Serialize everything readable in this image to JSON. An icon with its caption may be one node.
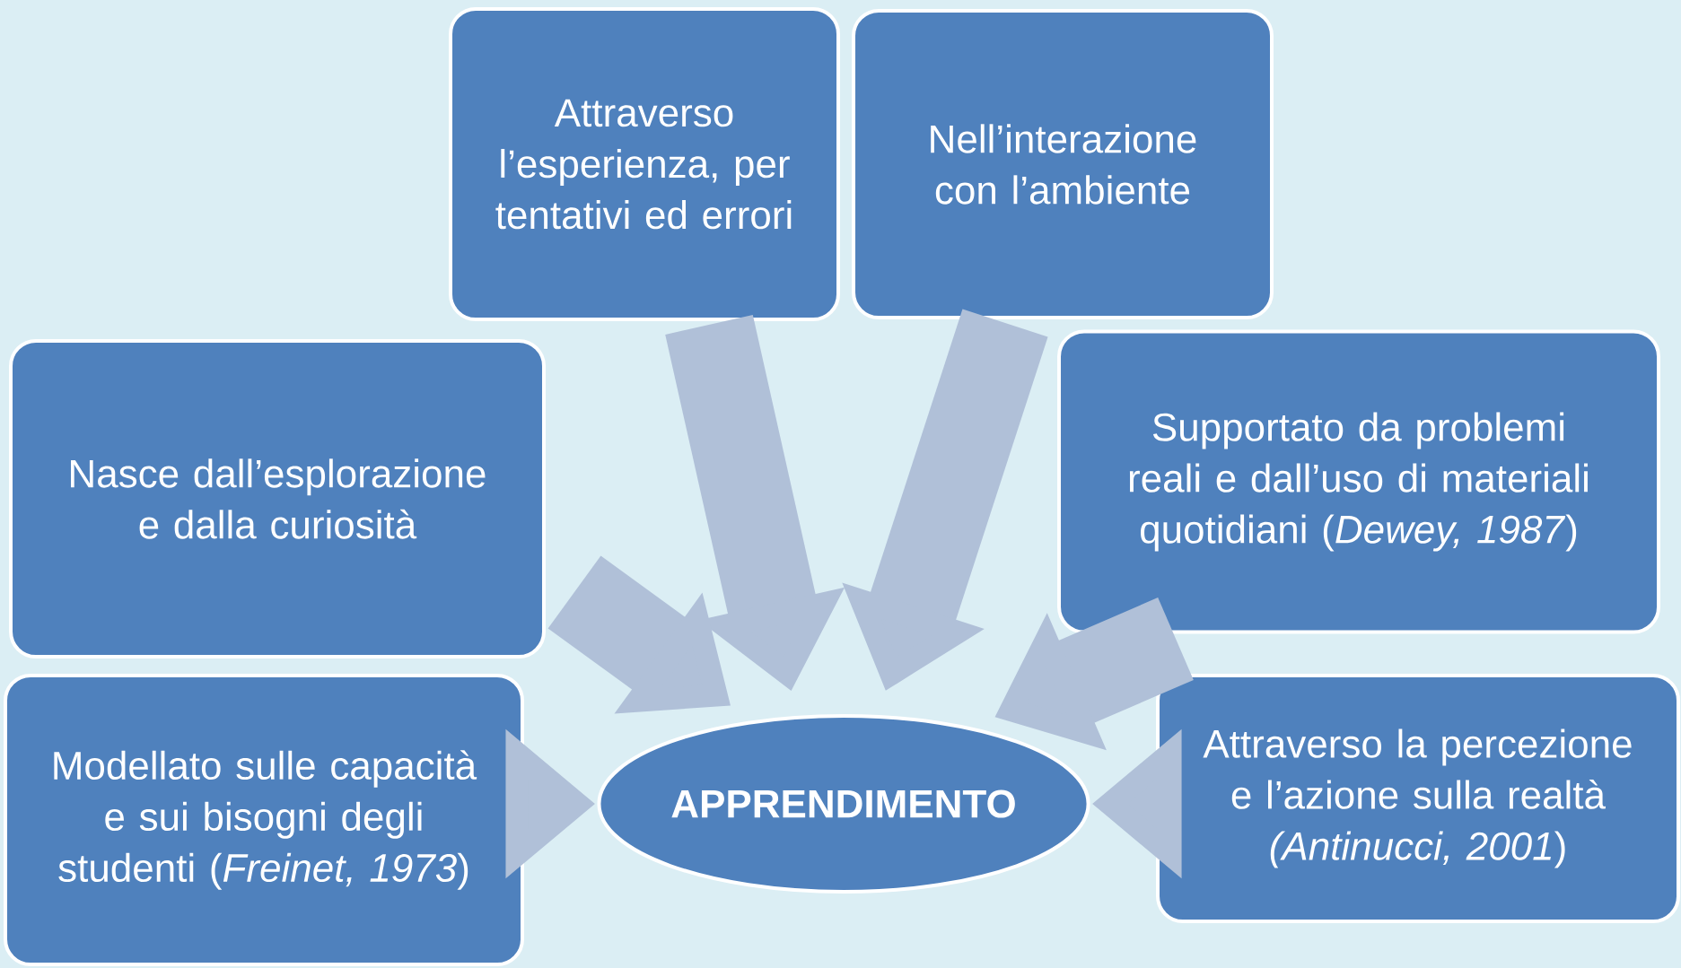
{
  "diagram": {
    "nodes": [
      {
        "text": [
          "Attraverso l’esperienza, per tentativi ed errori"
        ]
      },
      {
        "text": [
          "Nell’interazione con l’ambiente"
        ]
      },
      {
        "text": [
          "Nasce dall’esplorazione e dalla curiosità"
        ]
      },
      {
        "text": [
          "Supportato da problemi reali e dall’uso di materiali quotidiani (*Dewey, 1987*)"
        ]
      },
      {
        "text": [
          "Modellato sulle capacità e sui bisogni degli studenti (*Freinet, 1973*)"
        ]
      },
      {
        "text": [
          "APPRENDIMENTO"
        ]
      },
      {
        "text": [
          "Attraverso la percezione e l’azione sulla realtà *(Antinucci, 2001*)"
        ]
      }
    ],
    "edges": [
      {
        "from": 0,
        "to": 5,
        "arrow": "to"
      },
      {
        "from": 1,
        "to": 5,
        "arrow": "to"
      },
      {
        "from": 2,
        "to": 5,
        "arrow": "to"
      },
      {
        "from": 3,
        "to": 5,
        "arrow": "to"
      },
      {
        "from": 4,
        "to": 5,
        "arrow": "to"
      },
      {
        "from": 6,
        "to": 5,
        "arrow": "to"
      }
    ]
  }
}
